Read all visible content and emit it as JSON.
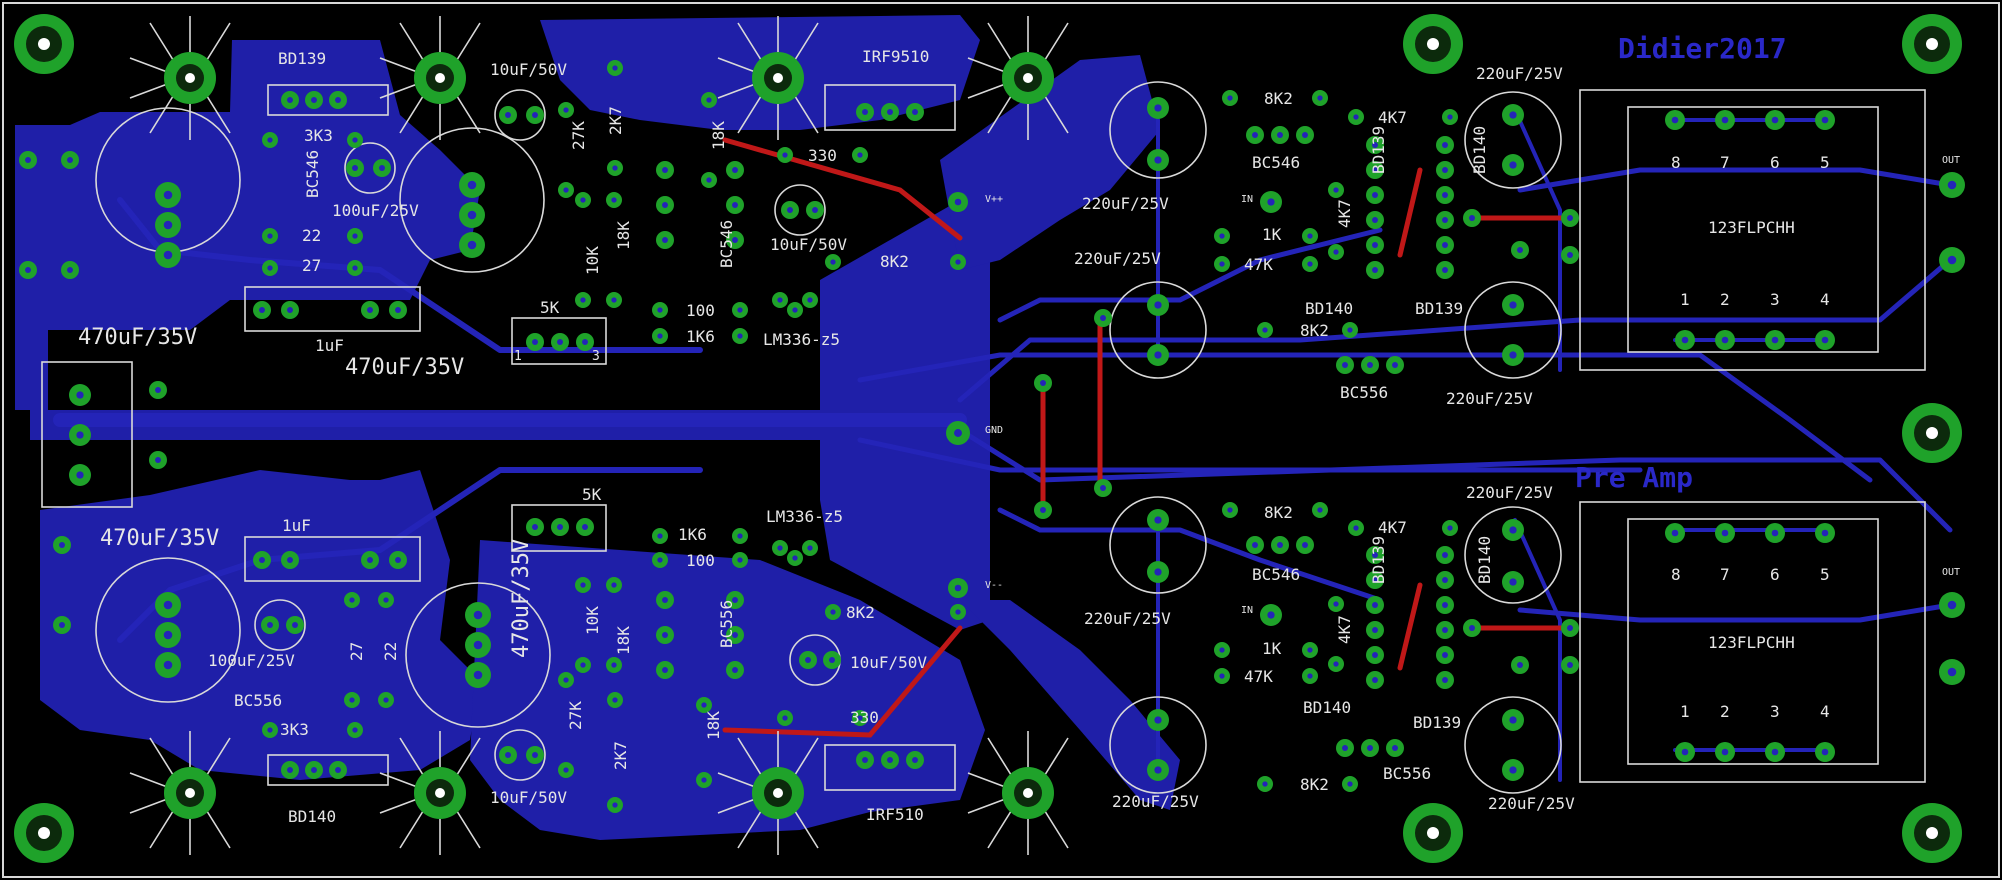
{
  "board": {
    "title_text": "Didier2017",
    "subtitle_text": "Pre Amp",
    "colors": {
      "background": "#000000",
      "copper": "#1f1fa8",
      "pad": "#1fa22a",
      "silkscreen": "#d9d9d9",
      "top_trace": "#c01818",
      "text_blue": "#2a28c8"
    }
  },
  "labels": {
    "bd139_top": "BD139",
    "irf9510": "IRF9510",
    "cap_10uf_50v_top": "10uF/50V",
    "r_3k3_top": "3K3",
    "bc546_left": "BC546",
    "cap_100uf_25v_top": "100uF/25V",
    "r_22_top": "22",
    "r_27_top": "27",
    "cap_1uf_top": "1uF",
    "cap_470_a": "470uF/35V",
    "cap_470_b": "470uF/35V",
    "r_27k_top": "27K",
    "r_2k7_top": "2K7",
    "r_10k_top": "10K",
    "r_18k_top": "18K",
    "r_18k_top2": "18K",
    "bc546_mid": "BC546",
    "r_330_top": "330",
    "cap_10uf_50v_mid": "10uF/50V",
    "r_8k2_mid": "8K2",
    "pot_5k_top": "5K",
    "pot_1": "1",
    "pot_3": "3",
    "r_100_top": "100",
    "r_1k6_top": "1K6",
    "lm336_top": "LM336-z5",
    "vplus": "V++",
    "gnd": "GND",
    "vminus": "V--",
    "cap_220_a": "220uF/25V",
    "cap_220_b": "220uF/25V",
    "cap_220_c": "220uF/25V",
    "cap_220_d": "220uF/25V",
    "cap_220_e": "220uF/25V",
    "cap_220_f": "220uF/25V",
    "cap_220_g": "220uF/25V",
    "cap_220_h": "220uF/25V",
    "r_8k2_a": "8K2",
    "r_4k7_a": "4K7",
    "bc546_r1": "BC546",
    "bd139_r1": "BD139",
    "bd140_r1": "BD140",
    "in_1": "IN",
    "r_1k_a": "1K",
    "r_47k_a": "47K",
    "r_4k7_v1": "4K7",
    "bd140_r1b": "BD140",
    "bd139_r1b": "BD139",
    "r_8k2_b": "8K2",
    "bc556_r1": "BC556",
    "xfmr_1": "123FLPCHH",
    "out_1": "OUT",
    "pin8": "8",
    "pin7": "7",
    "pin6": "6",
    "pin5": "5",
    "pin1": "1",
    "pin2": "2",
    "pin3": "3",
    "pin4": "4",
    "r_8k2_c": "8K2",
    "r_4k7_b": "4K7",
    "bc546_r2": "BC546",
    "bd139_r2": "BD139",
    "bd140_r2": "BD140",
    "in_2": "IN",
    "r_1k_b": "1K",
    "r_47k_b": "47K",
    "r_4k7_v2": "4K7",
    "bd140_r2b": "BD140",
    "bd139_r2b": "BD139",
    "bc556_r2": "BC556",
    "r_8k2_d": "8K2",
    "xfmr_2": "123FLPCHH",
    "out_2": "OUT",
    "pot_5k_bot": "5K",
    "r_1k6_bot": "1K6",
    "r_100_bot": "100",
    "lm336_bot": "LM336-z5",
    "bc556_mid": "BC556",
    "r_18k_b1": "18K",
    "r_10k_b": "10K",
    "r_27k_b": "27K",
    "r_2k7_b": "2K7",
    "r_18k_b2": "18K",
    "r_8k2_bmid": "8K2",
    "cap_10uf_50v_b": "10uF/50V",
    "r_330_b": "330",
    "irf510": "IRF510",
    "cap_10uf_50v_b2": "10uF/50V",
    "cap_1uf_bot": "1uF",
    "cap_470_c": "470uF/35V",
    "cap_470_d": "470uF/35V",
    "cap_100uf_25v_bot": "100uF/25V",
    "bc556_left": "BC556",
    "r_27_bot": "27",
    "r_22_bot": "22",
    "r_3k3_bot": "3K3",
    "bd140_bot": "BD140"
  }
}
